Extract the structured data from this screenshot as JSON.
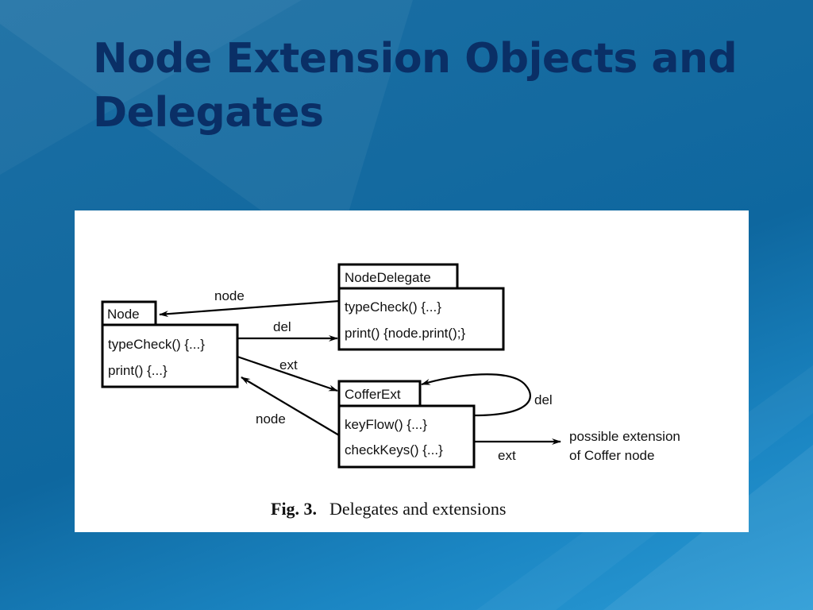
{
  "slide": {
    "title": "Node Extension Objects and Delegates"
  },
  "diagram": {
    "node": {
      "name": "Node",
      "methods": [
        "typeCheck() {...}",
        "print() {...}"
      ]
    },
    "node_delegate": {
      "name": "NodeDelegate",
      "methods": [
        "typeCheck() {...}",
        "print() {node.print();}"
      ]
    },
    "coffer_ext": {
      "name": "CofferExt",
      "methods": [
        "keyFlow() {...}",
        "checkKeys() {...}"
      ]
    },
    "edges": {
      "delegate_to_node": "node",
      "node_to_delegate": "del",
      "node_to_ext": "ext",
      "ext_to_node": "node",
      "ext_self_del": "del",
      "ext_to_possible": "ext"
    },
    "possible_extension": [
      "possible extension",
      "of Coffer node"
    ],
    "caption_bold": "Fig. 3.",
    "caption_text": "Delegates and extensions"
  }
}
